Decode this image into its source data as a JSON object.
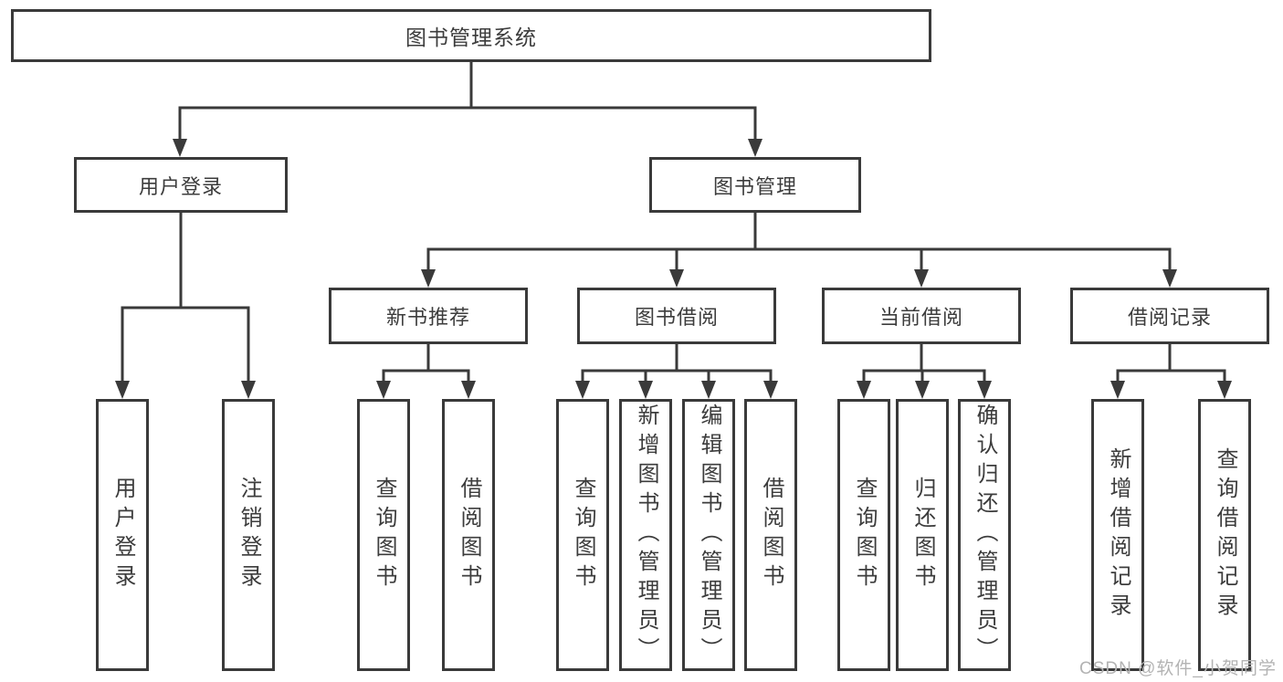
{
  "diagram": {
    "type": "functional-structure-tree",
    "watermark": "CSDN @软件_小贺同学",
    "colors": {
      "line": "#3a3a3a",
      "text": "#3c3c3c",
      "background": "#ffffff",
      "watermark": "#b3b3b3"
    },
    "tree": {
      "label": "图书管理系统",
      "children": [
        {
          "label": "用户登录",
          "children": [
            {
              "label": "用户登录"
            },
            {
              "label": "注销登录"
            }
          ]
        },
        {
          "label": "图书管理",
          "children": [
            {
              "label": "新书推荐",
              "children": [
                {
                  "label": "查询图书"
                },
                {
                  "label": "借阅图书"
                }
              ]
            },
            {
              "label": "图书借阅",
              "children": [
                {
                  "label": "查询图书"
                },
                {
                  "label": "新增图书（管理员）"
                },
                {
                  "label": "编辑图书（管理员）"
                },
                {
                  "label": "借阅图书"
                }
              ]
            },
            {
              "label": "当前借阅",
              "children": [
                {
                  "label": "查询图书"
                },
                {
                  "label": "归还图书"
                },
                {
                  "label": "确认归还（管理员）"
                }
              ]
            },
            {
              "label": "借阅记录",
              "children": [
                {
                  "label": "新增借阅记录"
                },
                {
                  "label": "查询借阅记录"
                }
              ]
            }
          ]
        }
      ]
    }
  }
}
